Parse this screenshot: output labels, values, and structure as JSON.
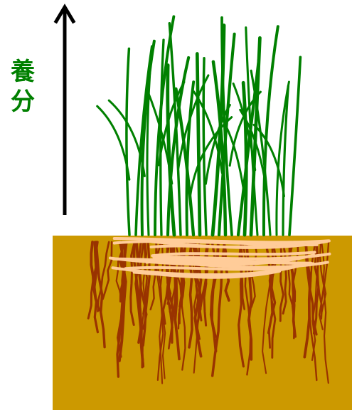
{
  "label": {
    "line1": "養",
    "line2": "分"
  },
  "colors": {
    "arrow": "#000000",
    "label": "#008000",
    "leaf": "#008000",
    "soil": "#CC9900",
    "root": "#993300",
    "root_mat": "#FFCC99"
  },
  "icons": {
    "arrow": "upward-arrow-icon",
    "plant": "grass-plant",
    "soil": "soil-block"
  }
}
